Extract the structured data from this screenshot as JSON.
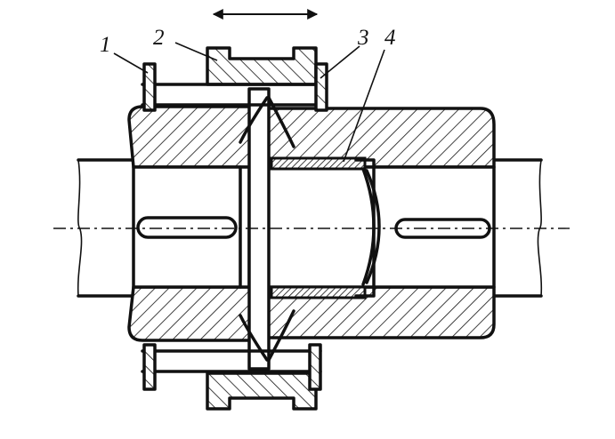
{
  "labels": {
    "part1": "1",
    "part2": "2",
    "part3": "3",
    "part4": "4"
  },
  "icons": {
    "motion_arrow": "double-headed-arrow-icon"
  }
}
